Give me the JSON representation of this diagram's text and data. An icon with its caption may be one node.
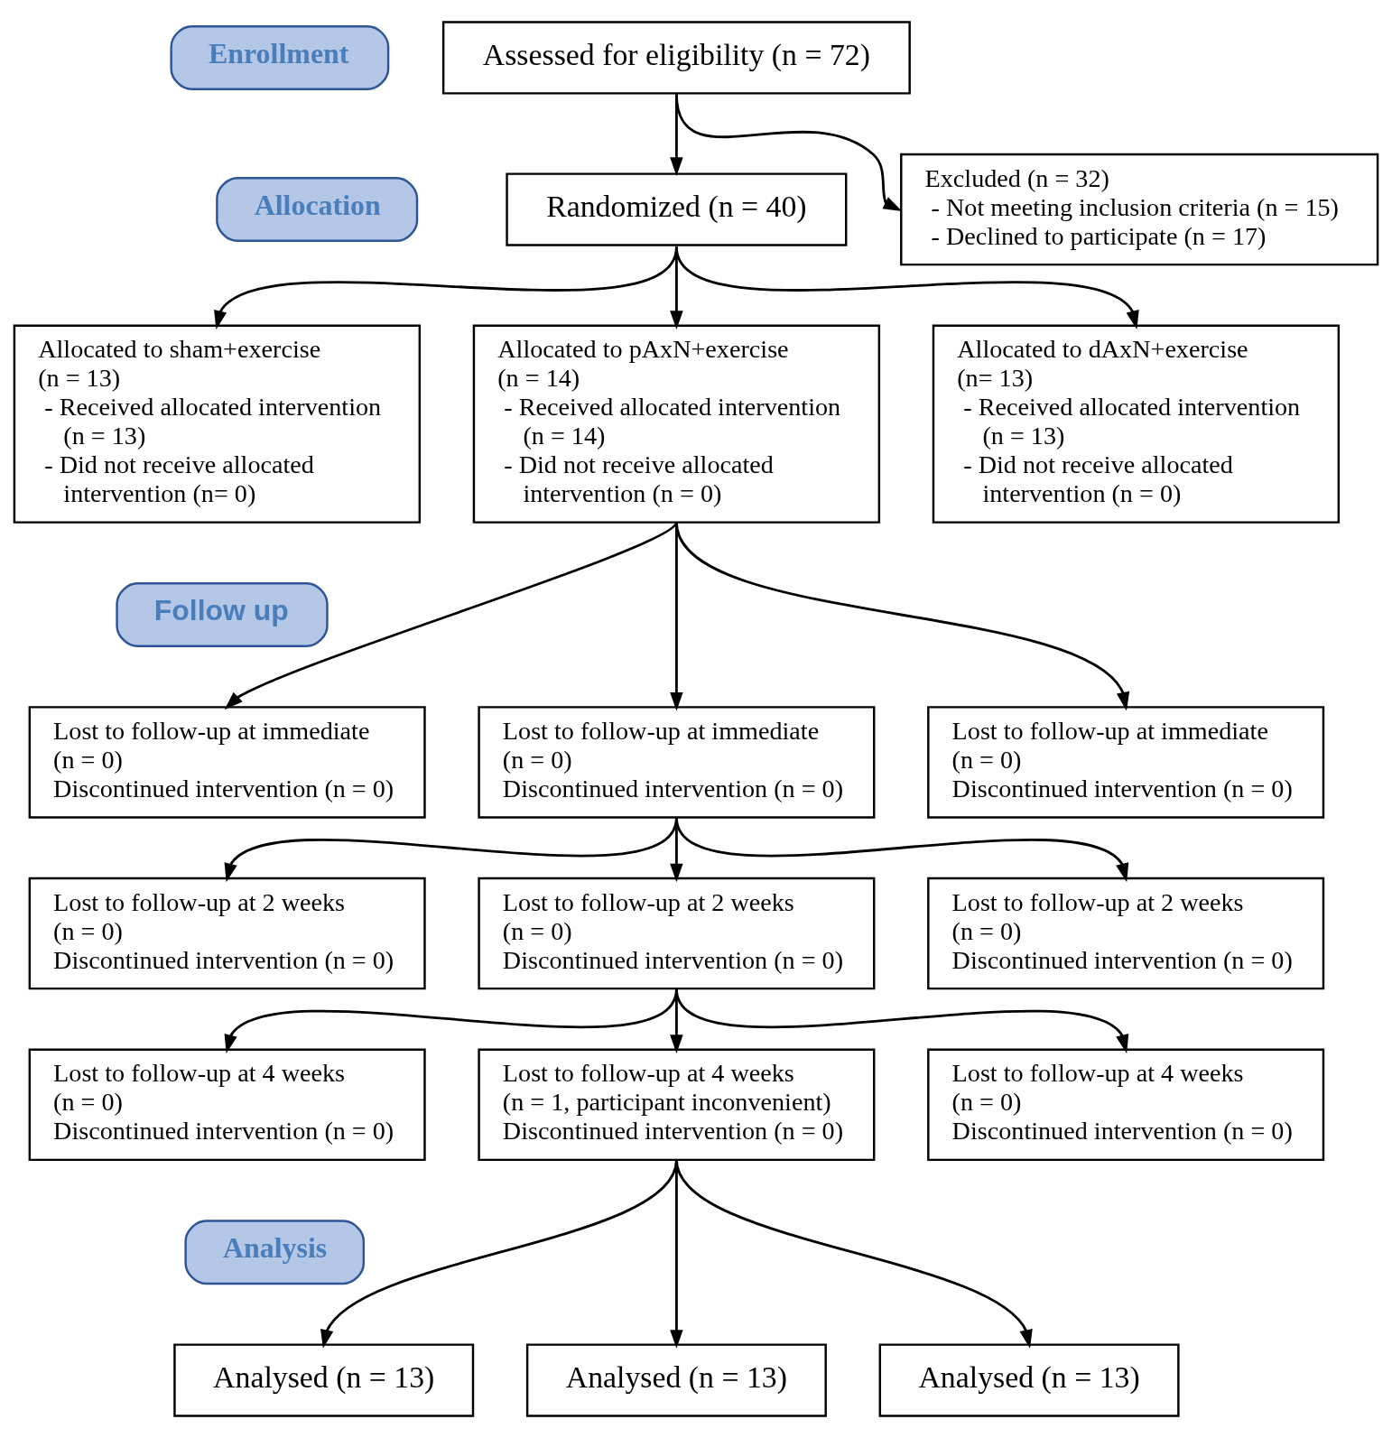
{
  "diagram": {
    "nodes": [
      {
        "text": [
          "Assessed for eligibility (n = 72)"
        ]
      },
      {
        "text": [
          "Enrollment"
        ]
      },
      {
        "text": [
          "Excluded (n = 32)",
          "- Not meeting inclusion criteria (n = 15)",
          "- Declined to participate (n = 17)"
        ]
      },
      {
        "text": [
          "Allocation"
        ]
      },
      {
        "text": [
          "Randomized (n = 40)"
        ]
      },
      {
        "text": [
          "Allocated to sham+exercise (n = 13)",
          "- Received allocated intervention (n = 13)",
          "- Did not receive allocated intervention (n= 0)"
        ]
      },
      {
        "text": [
          "Allocated to pAxN+exercise (n = 14)",
          "- Received allocated intervention (n = 14)",
          "- Did not receive allocated intervention (n = 0)"
        ]
      },
      {
        "text": [
          "Allocated to dAxN+exercise (n= 13)",
          "- Received allocated intervention (n = 13)",
          "- Did not receive allocated intervention (n = 0)"
        ]
      },
      {
        "text": [
          "Follow up"
        ]
      },
      {
        "text": [
          "Lost to follow-up at immediate (n = 0)",
          "Discontinued intervention (n = 0)"
        ]
      },
      {
        "text": [
          "Lost to follow-up at immediate (n = 0)",
          "Discontinued intervention (n = 0)"
        ]
      },
      {
        "text": [
          "Lost to follow-up at immediate (n = 0)",
          "Discontinued intervention (n = 0)"
        ]
      },
      {
        "text": [
          "Lost to follow-up at 2 weeks (n = 0)",
          "Discontinued intervention (n = 0)"
        ]
      },
      {
        "text": [
          "Lost to follow-up at 2 weeks (n = 0)",
          "Discontinued intervention (n = 0)"
        ]
      },
      {
        "text": [
          "Lost to follow-up at 2 weeks (n = 0)",
          "Discontinued intervention (n = 0)"
        ]
      },
      {
        "text": [
          "Lost to follow-up at 4 weeks (n = 0)",
          "Discontinued intervention (n = 0)"
        ]
      },
      {
        "text": [
          "Lost to follow-up at 4 weeks (n = 1, participant inconvenient)",
          "Discontinued intervention (n = 0)"
        ]
      },
      {
        "text": [
          "Lost to follow-up at 4 weeks (n = 0)",
          "Discontinued intervention (n = 0)"
        ]
      },
      {
        "text": [
          "Analysis"
        ]
      },
      {
        "text": [
          "Analysed (n = 13)"
        ]
      },
      {
        "text": [
          "Analysed (n = 13)"
        ]
      },
      {
        "text": [
          "Analysed (n = 13)"
        ]
      }
    ],
    "edges": [
      {
        "from": 0,
        "to": 2,
        "arrow": "to"
      },
      {
        "from": 0,
        "to": 4,
        "arrow": "to"
      },
      {
        "from": 4,
        "to": 5,
        "arrow": "to"
      },
      {
        "from": 4,
        "to": 6,
        "arrow": "to"
      },
      {
        "from": 4,
        "to": 7,
        "arrow": "to"
      },
      {
        "from": 6,
        "to": 9,
        "arrow": "to"
      },
      {
        "from": 6,
        "to": 10,
        "arrow": "to"
      },
      {
        "from": 6,
        "to": 11,
        "arrow": "to"
      },
      {
        "from": 10,
        "to": 12,
        "arrow": "to"
      },
      {
        "from": 10,
        "to": 13,
        "arrow": "to"
      },
      {
        "from": 10,
        "to": 14,
        "arrow": "to"
      },
      {
        "from": 13,
        "to": 15,
        "arrow": "to"
      },
      {
        "from": 13,
        "to": 16,
        "arrow": "to"
      },
      {
        "from": 13,
        "to": 17,
        "arrow": "to"
      },
      {
        "from": 16,
        "to": 19,
        "arrow": "to"
      },
      {
        "from": 16,
        "to": 20,
        "arrow": "to"
      },
      {
        "from": 16,
        "to": 21,
        "arrow": "to"
      }
    ]
  }
}
